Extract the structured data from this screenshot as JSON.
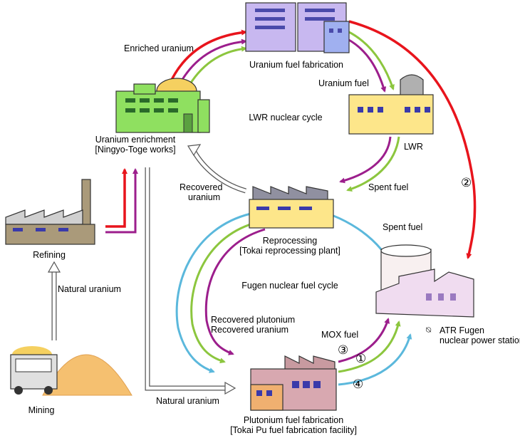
{
  "facilities": {
    "uranium_fabrication": "Uranium fuel fabrication",
    "uranium_fuel": "Uranium fuel",
    "lwr": "LWR",
    "uranium_enrichment": "Uranium enrichment",
    "ningyo_toge": "[Ningyo-Toge works]",
    "refining": "Refining",
    "mining": "Mining",
    "reprocessing": "Reprocessing",
    "tokai_reprocessing": "[Tokai reprocessing plant]",
    "atr_fugen_1": "ATR Fugen",
    "atr_fugen_2": "nuclear power station",
    "pu_fabrication": "Plutonium fuel fabrication",
    "tokai_pu": "[Tokai Pu fuel fabrication facility]"
  },
  "flows": {
    "enriched_uranium": "Enriched uranium",
    "recovered_uranium_1": "Recovered",
    "recovered_uranium_2": "uranium",
    "spent_fuel_lwr": "Spent fuel",
    "spent_fuel_fugen": "Spent fuel",
    "natural_uranium_mid": "Natural uranium",
    "natural_uranium_bottom": "Natural uranium",
    "recovered_plutonium": "Recovered plutonium",
    "recovered_uranium": "Recovered uranium",
    "mox_fuel": "MOX fuel"
  },
  "cycles": {
    "lwr_cycle": "LWR nuclear cycle",
    "fugen_cycle": "Fugen nuclear fuel cycle"
  },
  "markers": {
    "m1": "①",
    "m2": "②",
    "m3": "③",
    "m4": "④"
  },
  "colors": {
    "red": "#e8141c",
    "purple": "#9c1e8c",
    "green": "#8cc63e",
    "cyan": "#5bb8dc",
    "enrichment_building": "#8fe060",
    "fabrication_building": "#c8b8f0",
    "lwr_building": "#fde68a",
    "reprocessing_building": "#fde68a",
    "fugen_building": "#f0dcf0",
    "pu_building": "#d8a8b0",
    "mining_pile": "#f5c070"
  }
}
